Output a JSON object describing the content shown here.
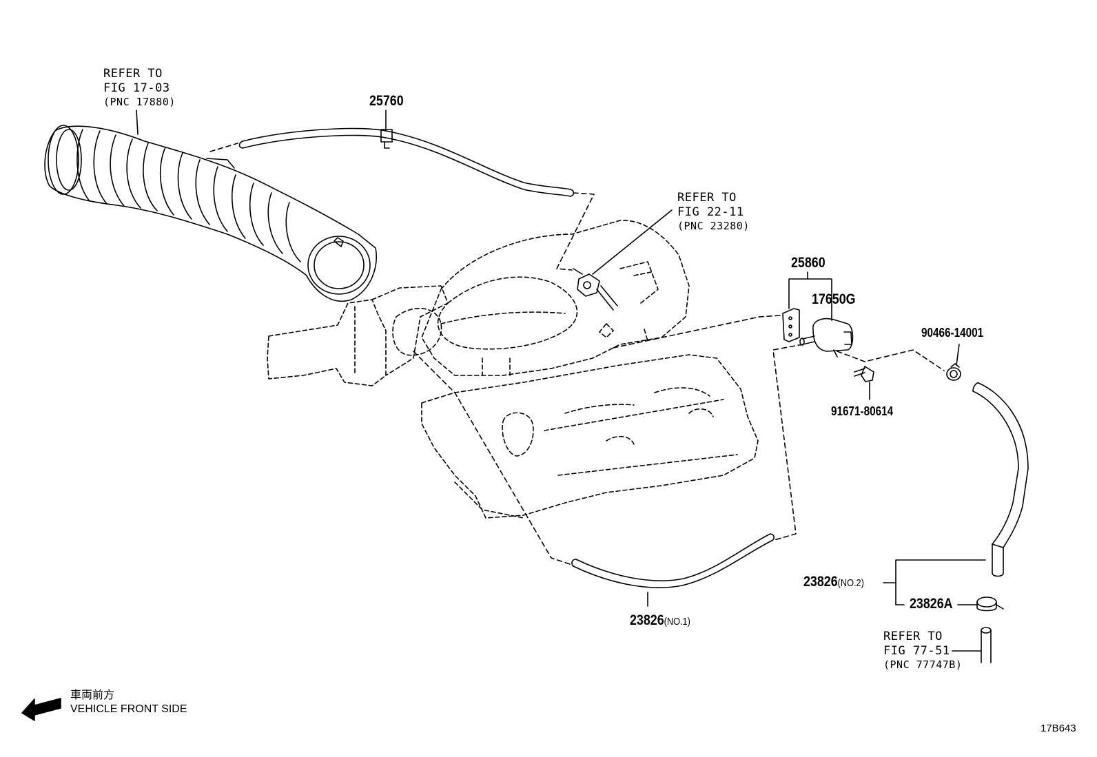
{
  "references": [
    {
      "line1": "REFER TO",
      "line2": "FIG 17-03",
      "line3": "(PNC 17880)"
    },
    {
      "line1": "REFER TO",
      "line2": "FIG 22-11",
      "line3": "(PNC 23280)"
    },
    {
      "line1": "REFER TO",
      "line2": "FIG 77-51",
      "line3": "(PNC 77747B)"
    }
  ],
  "parts": [
    {
      "number": "25760",
      "qualifier": ""
    },
    {
      "number": "25860",
      "qualifier": ""
    },
    {
      "number": "17650G",
      "qualifier": ""
    },
    {
      "number": "90466-14001",
      "qualifier": ""
    },
    {
      "number": "91671-80614",
      "qualifier": ""
    },
    {
      "number": "23826",
      "qualifier": "(NO.1)"
    },
    {
      "number": "23826",
      "qualifier": "(NO.2)"
    },
    {
      "number": "23826A",
      "qualifier": ""
    }
  ],
  "direction": {
    "japanese": "車両前方",
    "english": "VEHICLE FRONT SIDE"
  },
  "figure_code": "17B643"
}
